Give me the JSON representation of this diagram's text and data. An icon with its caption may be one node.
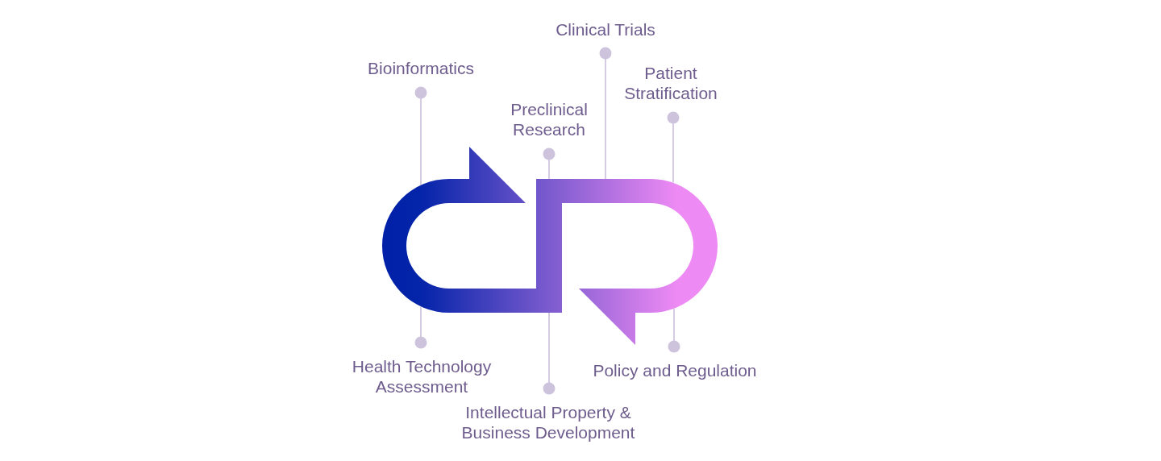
{
  "diagram": {
    "nodes": [
      {
        "text": [
          "Clinical Trials"
        ]
      },
      {
        "text": [
          "Bioinformatics"
        ]
      },
      {
        "text": [
          "Patient Stratification"
        ]
      },
      {
        "text": [
          "Preclinical Research"
        ]
      },
      {
        "text": [],
        "shape": "arrow"
      },
      {
        "text": [
          "Health Technology Assessment"
        ]
      },
      {
        "text": [
          "Policy and Regulation"
        ]
      },
      {
        "text": [
          "Intellectual Property & Business Development"
        ]
      }
    ],
    "edges": [
      {
        "from": 0,
        "to": 4,
        "arrow": "other"
      },
      {
        "from": 1,
        "to": 4,
        "arrow": "other"
      },
      {
        "from": 2,
        "to": 4,
        "arrow": "other"
      },
      {
        "from": 3,
        "to": 4,
        "arrow": "other"
      },
      {
        "from": 5,
        "to": 4,
        "arrow": "other"
      },
      {
        "from": 6,
        "to": 4,
        "arrow": "other"
      },
      {
        "from": 7,
        "to": 4,
        "arrow": "other"
      }
    ]
  }
}
